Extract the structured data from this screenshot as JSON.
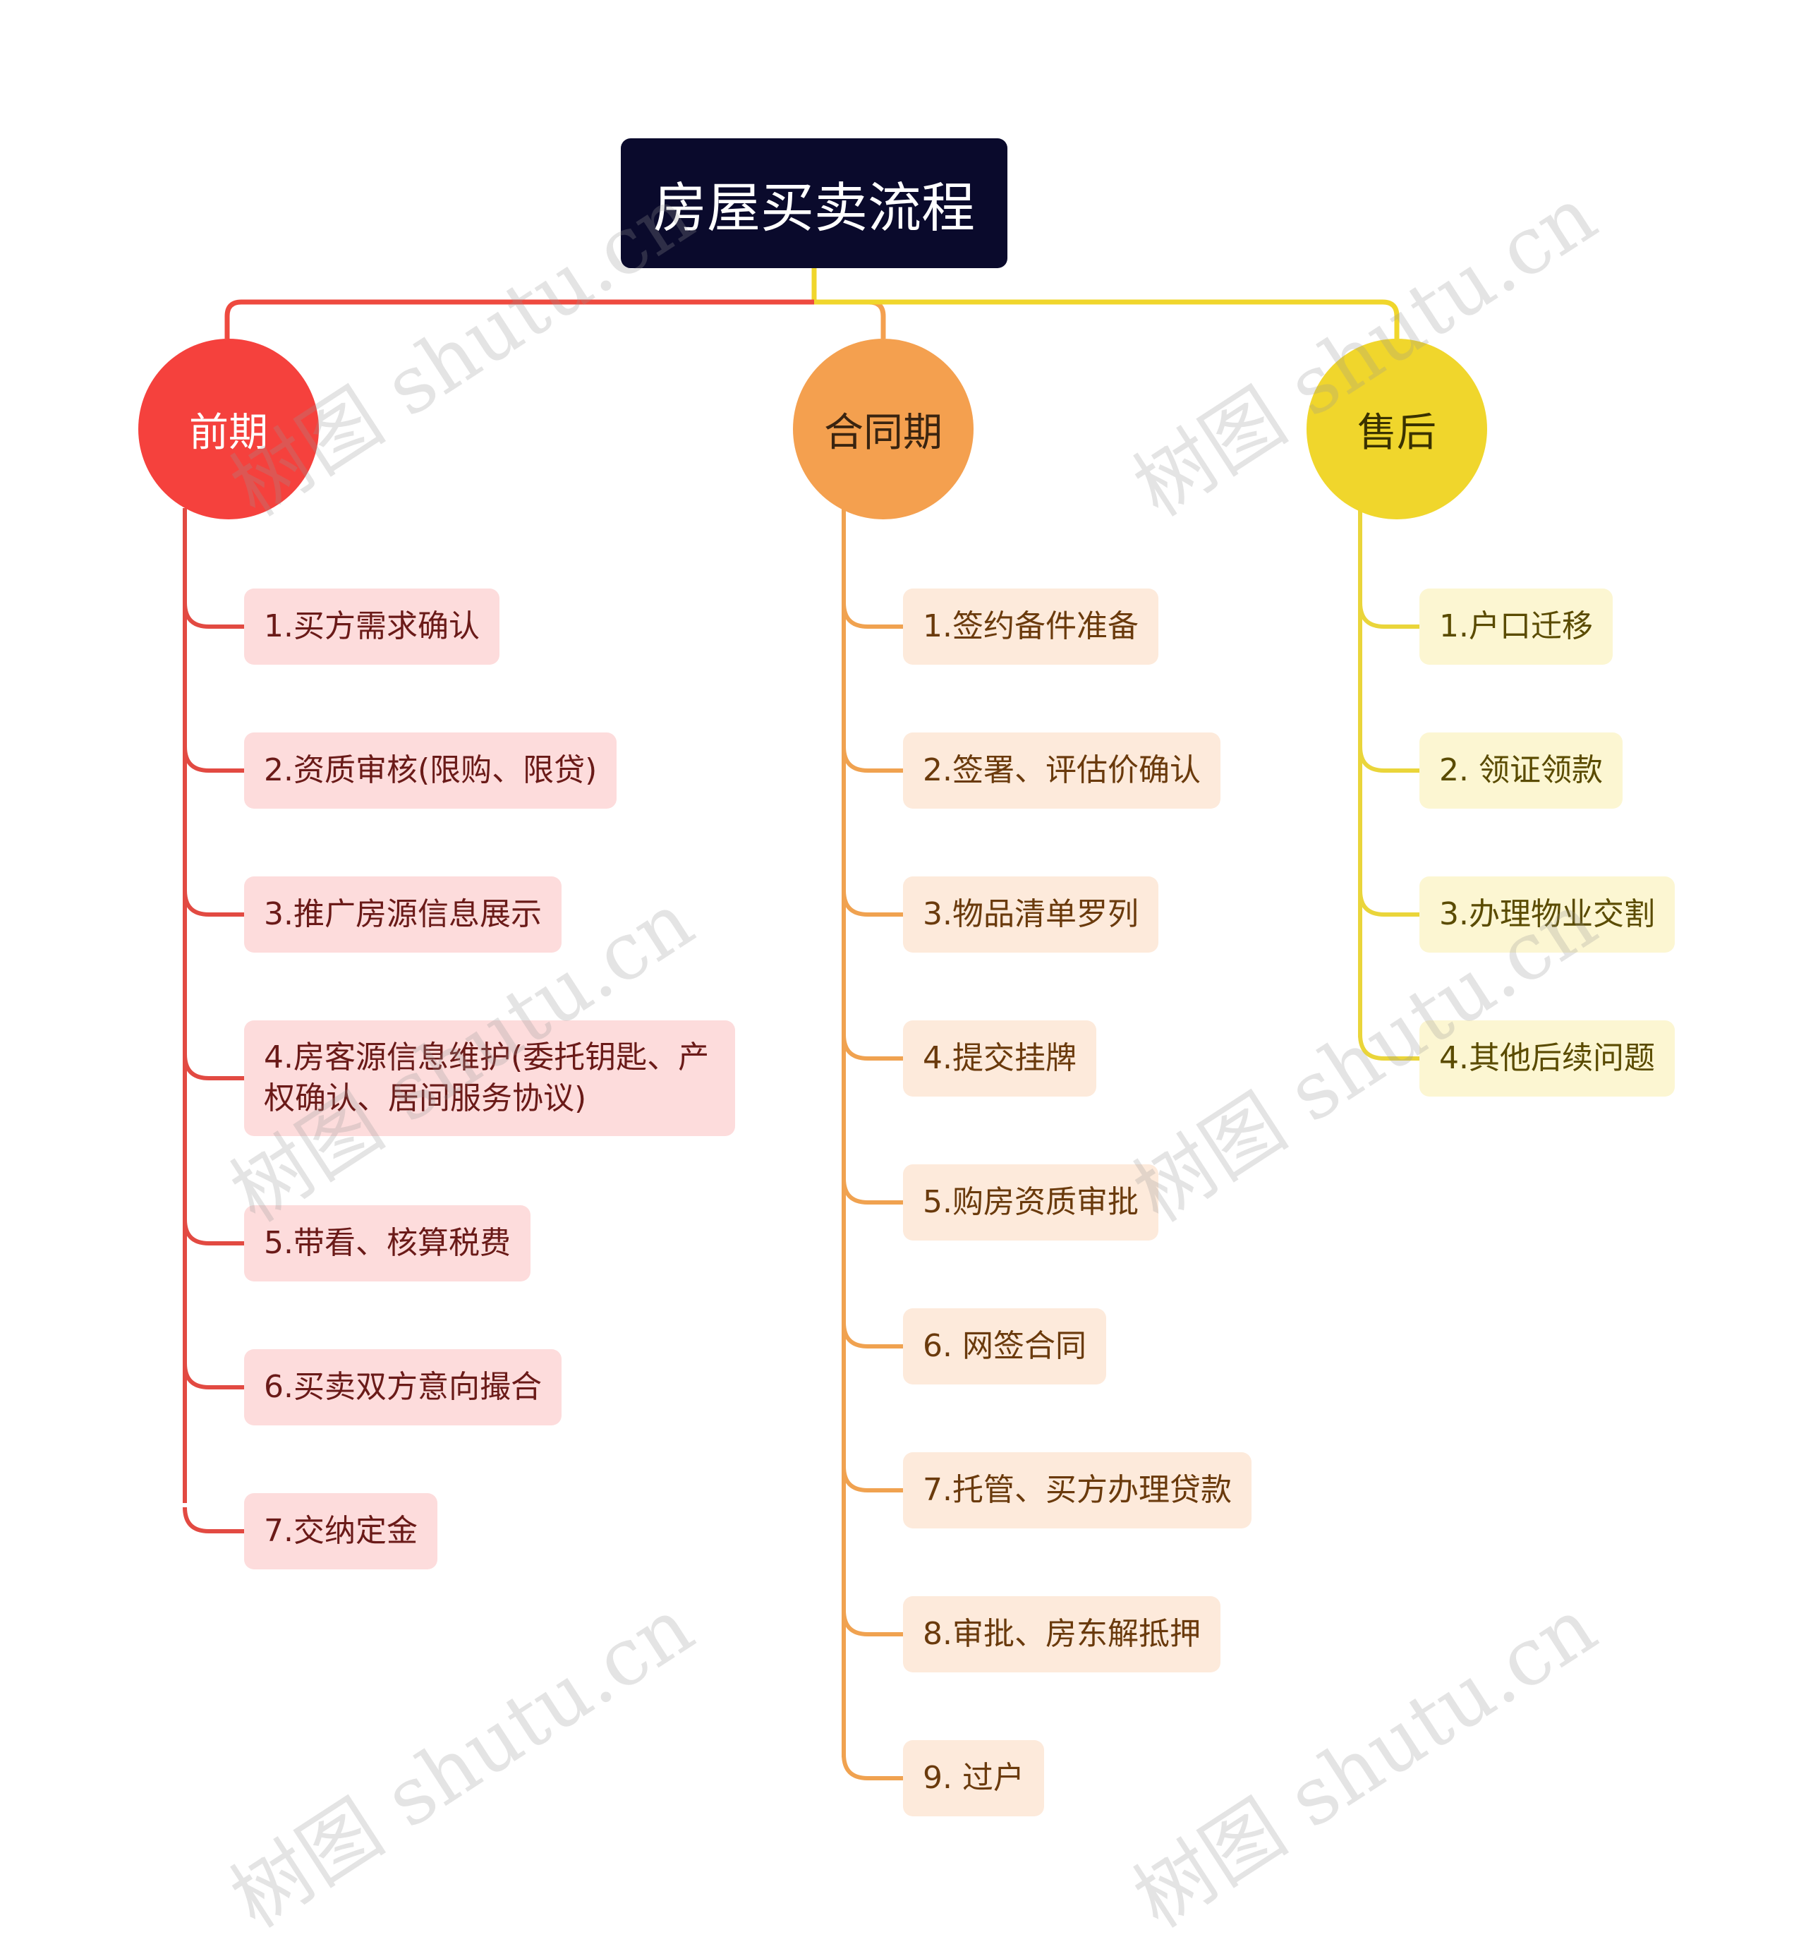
{
  "root": {
    "title": "房屋买卖流程"
  },
  "branches": [
    {
      "label": "前期",
      "color": "#f5413d",
      "items": [
        "1.买方需求确认",
        "2.资质审核(限购、限贷)",
        "3.推广房源信息展示",
        "4.房客源信息维护(委托钥匙、产权确认、居间服务协议)",
        "5.带看、核算税费",
        "6.买卖双方意向撮合",
        "7.交纳定金"
      ]
    },
    {
      "label": "合同期",
      "color": "#f4a04f",
      "items": [
        "1.签约备件准备",
        "2.签署、评估价确认",
        "3.物品清单罗列",
        "4.提交挂牌",
        "5.购房资质审批",
        "6. 网签合同",
        "7.托管、买方办理贷款",
        "8.审批、房东解抵押",
        "9. 过户"
      ]
    },
    {
      "label": "售后",
      "color": "#f0d62c",
      "items": [
        "1.户口迁移",
        "2. 领证领款",
        "3.办理物业交割",
        "4.其他后续问题"
      ]
    }
  ],
  "watermark": "树图 shutu.cn"
}
